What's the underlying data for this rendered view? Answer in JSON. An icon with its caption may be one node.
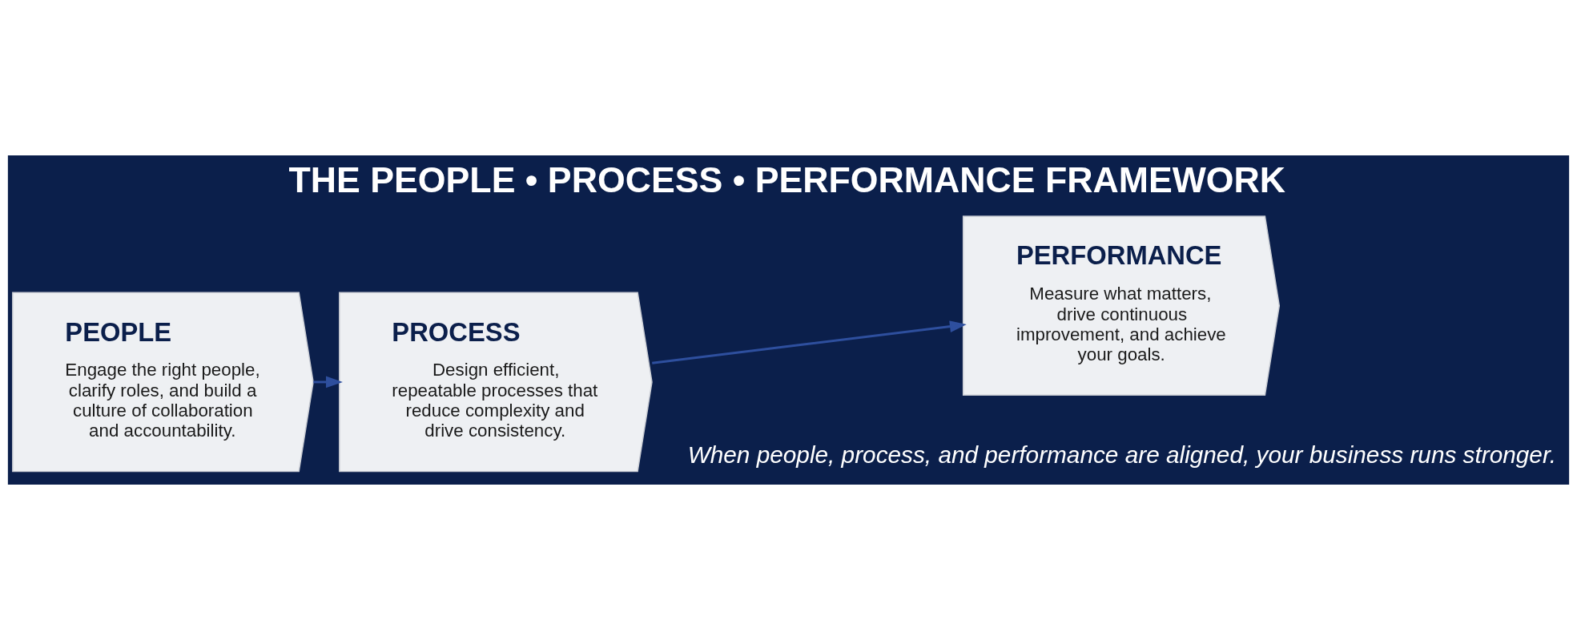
{
  "diagram": {
    "title": "THE PEOPLE • PROCESS • PERFORMANCE FRAMEWORK",
    "caption": "When people, process, and performance are aligned, your business runs stronger.",
    "nodes": [
      {
        "text": [
          "PEOPLE",
          "Engage the right people, clarify roles, and build a culture of collaboration and accountability."
        ]
      },
      {
        "text": [
          "PROCESS",
          "Design efficient, repeatable processes that reduce complexity and drive consistency."
        ]
      },
      {
        "text": [
          "PERFORMANCE",
          "Measure what matters, drive continuous improvement, and achieve your goals."
        ]
      }
    ],
    "edges": [
      {
        "from": 0,
        "to": 1,
        "arrow": "to"
      },
      {
        "from": 1,
        "to": 2,
        "arrow": "to"
      }
    ]
  }
}
